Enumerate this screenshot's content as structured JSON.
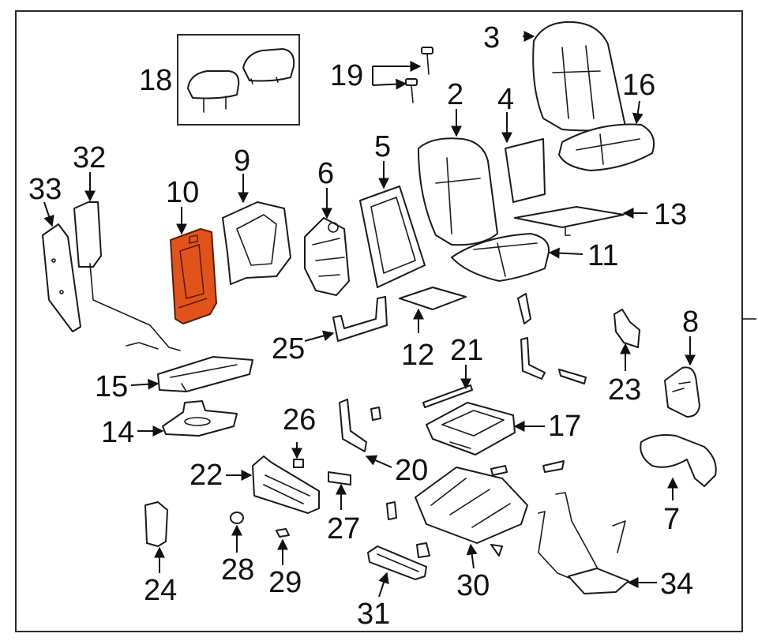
{
  "colors": {
    "highlight": "#e2531b",
    "line": "#1a1a1a",
    "background": "#ffffff"
  },
  "callouts": {
    "c2": "2",
    "c3": "3",
    "c4": "4",
    "c5": "5",
    "c6": "6",
    "c7": "7",
    "c8": "8",
    "c9": "9",
    "c10": "10",
    "c11": "11",
    "c12": "12",
    "c13": "13",
    "c14": "14",
    "c15": "15",
    "c16": "16",
    "c17": "17",
    "c18": "18",
    "c19": "19",
    "c20": "20",
    "c21": "21",
    "c22": "22",
    "c23": "23",
    "c24": "24",
    "c25": "25",
    "c26": "26",
    "c27": "27",
    "c28": "28",
    "c29": "29",
    "c30": "30",
    "c31": "31",
    "c32": "32",
    "c33": "33",
    "c34": "34"
  },
  "highlighted_part": "10"
}
